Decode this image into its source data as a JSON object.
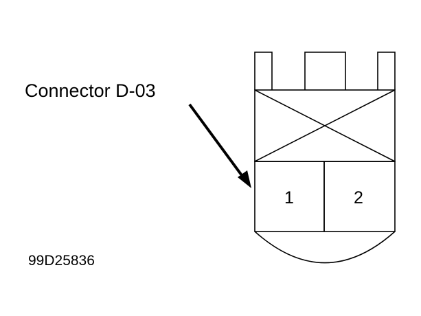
{
  "callout": {
    "label": "Connector D-03"
  },
  "figure_ref": "99D25836",
  "connector": {
    "pins": [
      {
        "number": "1"
      },
      {
        "number": "2"
      }
    ]
  },
  "colors": {
    "line": "#000000",
    "background": "#ffffff"
  }
}
